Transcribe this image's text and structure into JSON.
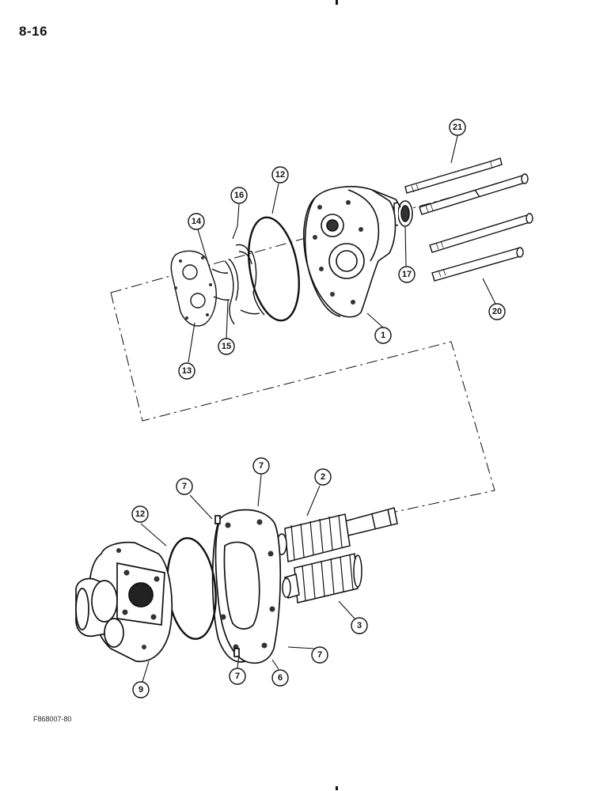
{
  "header": {
    "page_number": "8-16"
  },
  "footer": {
    "figure_code": "F868007-80"
  },
  "callouts": {
    "c21": "21",
    "c16": "16",
    "c12_top": "12",
    "c14": "14",
    "c17": "17",
    "c20": "20",
    "c1": "1",
    "c15": "15",
    "c13": "13",
    "c7_top": "7",
    "c7_left": "7",
    "c2": "2",
    "c12_bottom": "12",
    "c3": "3",
    "c7_right": "7",
    "c7_bottom": "7",
    "c6": "6",
    "c9": "9"
  }
}
